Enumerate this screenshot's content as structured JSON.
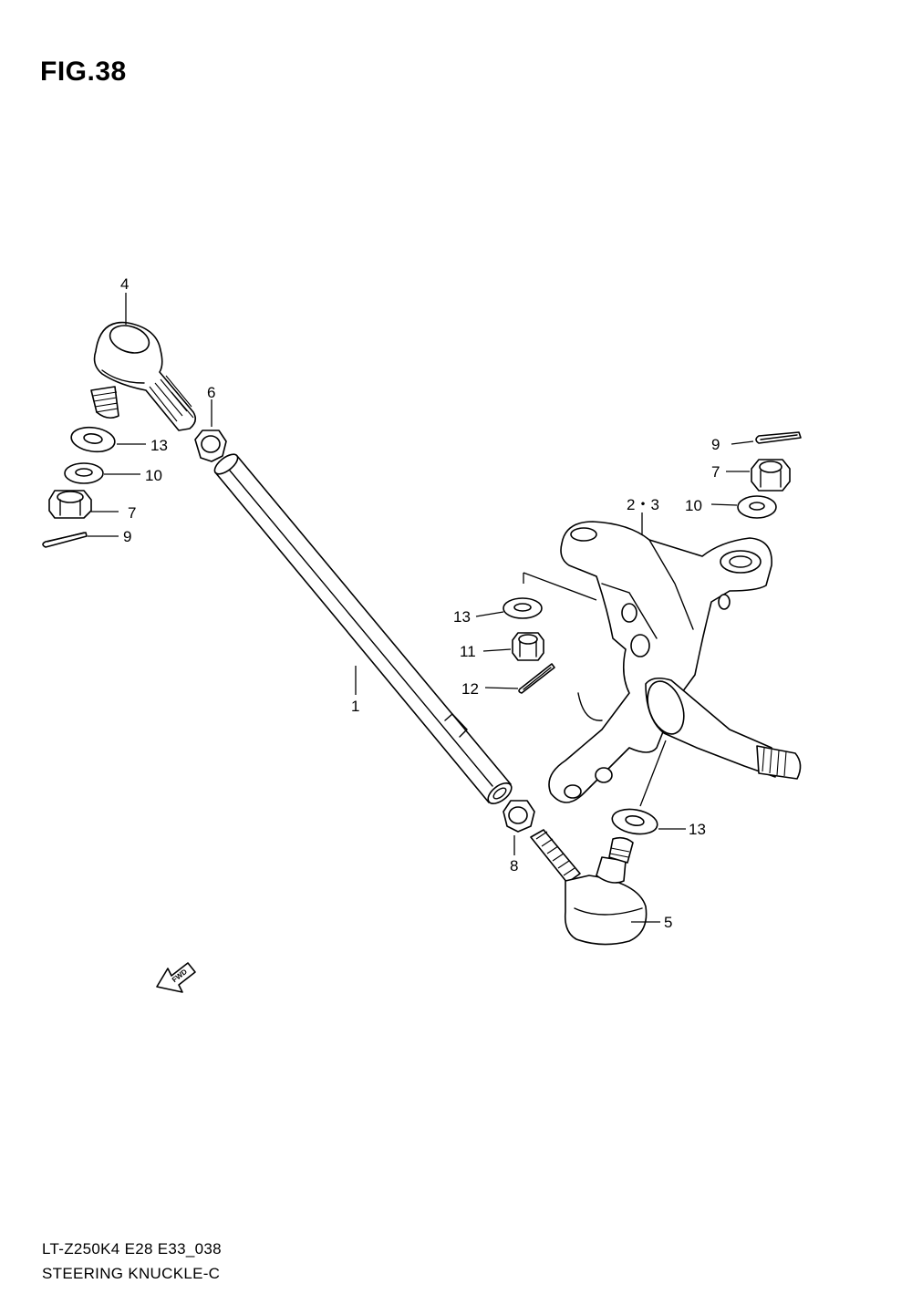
{
  "figure": {
    "title": "FIG.38"
  },
  "footer": {
    "model_code": "LT-Z250K4 E28 E33_038",
    "section_name": "STEERING KNUCKLE-C"
  },
  "fwd_arrow": {
    "label": "FWD"
  },
  "callouts": {
    "c1": "1",
    "c23": "2・3",
    "c4": "4",
    "c5": "5",
    "c6": "6",
    "c7_left": "7",
    "c7_right": "7",
    "c8": "8",
    "c9_left": "9",
    "c9_right": "9",
    "c10_left": "10",
    "c10_right": "10",
    "c11": "11",
    "c12": "12",
    "c13_left": "13",
    "c13_mid": "13",
    "c13_bottom": "13"
  }
}
